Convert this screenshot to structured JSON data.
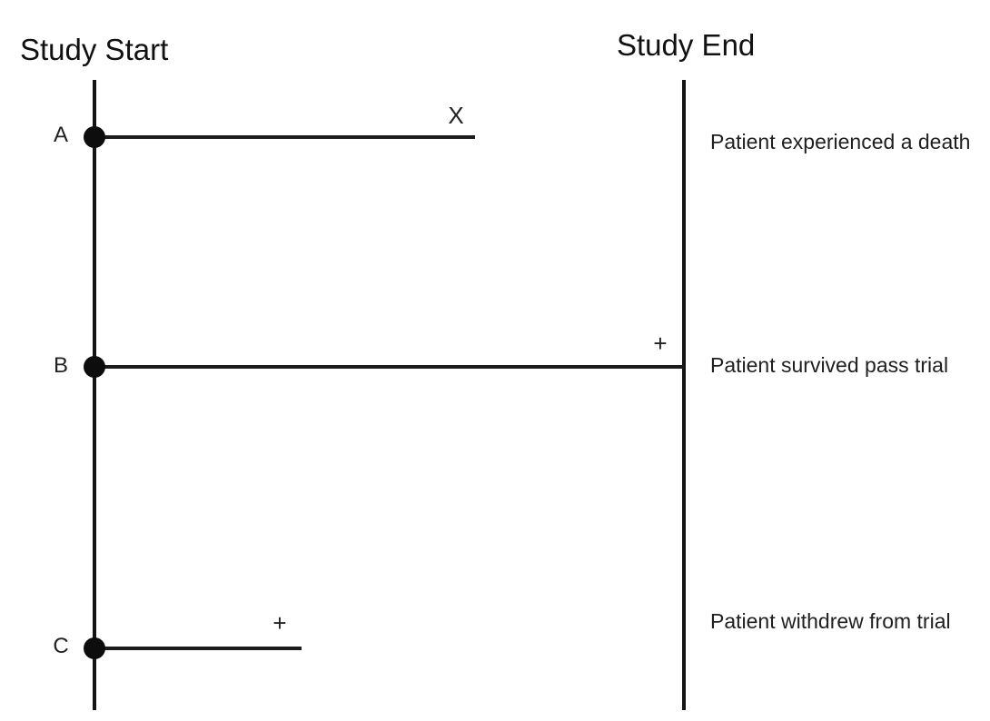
{
  "page": {
    "background": "#ffffff",
    "ink_color": "#111111"
  },
  "timeline": {
    "start_axis_label": "Study Start",
    "end_axis_label": "Study End"
  },
  "patients": [
    {
      "id": "A",
      "marker": "X",
      "description": "Patient experienced a death"
    },
    {
      "id": "B",
      "marker": "+",
      "description": "Patient survived pass trial"
    },
    {
      "id": "C",
      "marker": "+",
      "description": "Patient withdrew from trial"
    }
  ]
}
